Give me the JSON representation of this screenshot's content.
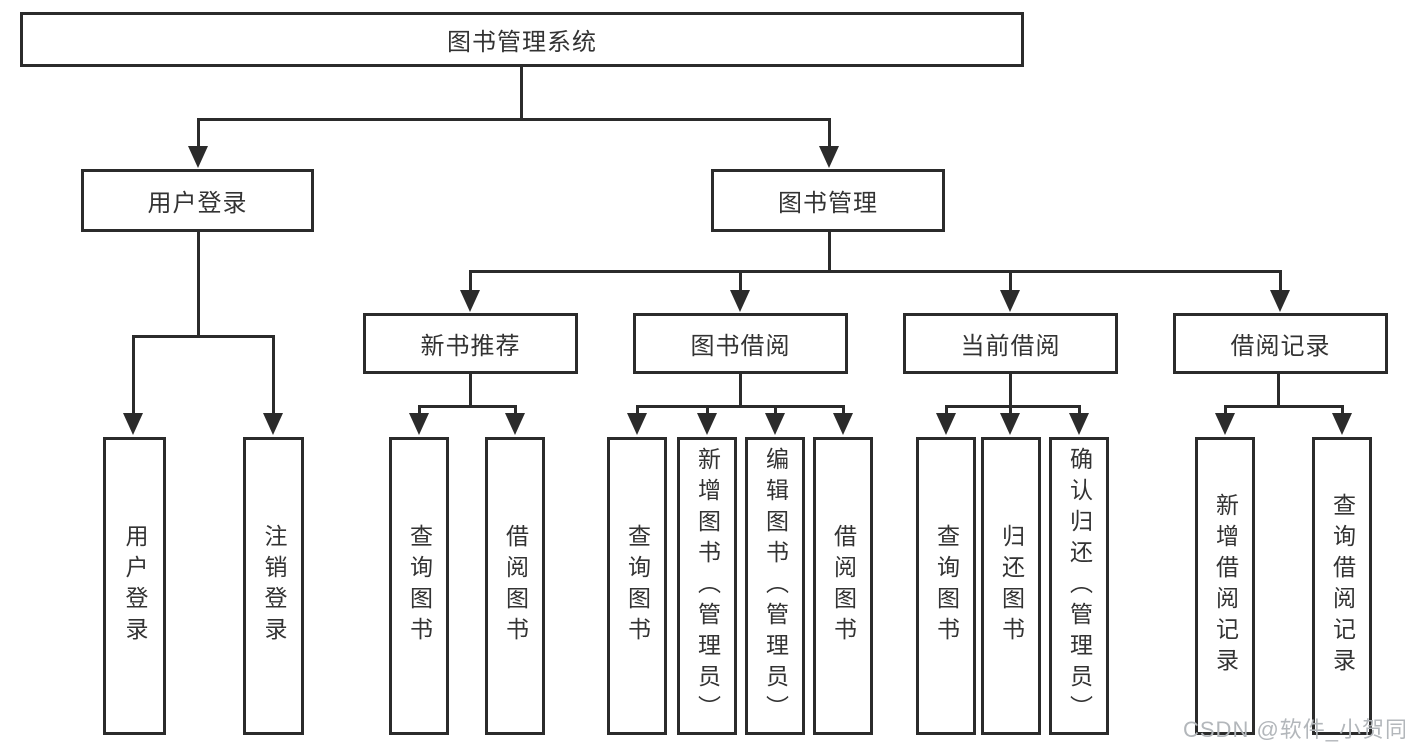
{
  "title": "图书管理系统",
  "level2": {
    "user": "用户登录",
    "book": "图书管理"
  },
  "level3": {
    "recommend": "新书推荐",
    "borrow": "图书借阅",
    "current": "当前借阅",
    "records": "借阅记录"
  },
  "leaves": {
    "user": [
      "用户登录",
      "注销登录"
    ],
    "recommend": [
      "查询图书",
      "借阅图书"
    ],
    "borrow": [
      "查询图书",
      "新增图书（管理员）",
      "编辑图书（管理员）",
      "借阅图书"
    ],
    "current": [
      "查询图书",
      "归还图书",
      "确认归还（管理员）"
    ],
    "records": [
      "新增借阅记录",
      "查询借阅记录"
    ]
  },
  "watermark": "CSDN @软件_小贺同学",
  "colors": {
    "line": "#2b2b2b",
    "text": "#333333",
    "watermark": "#b3b7bb",
    "background": "#ffffff"
  }
}
